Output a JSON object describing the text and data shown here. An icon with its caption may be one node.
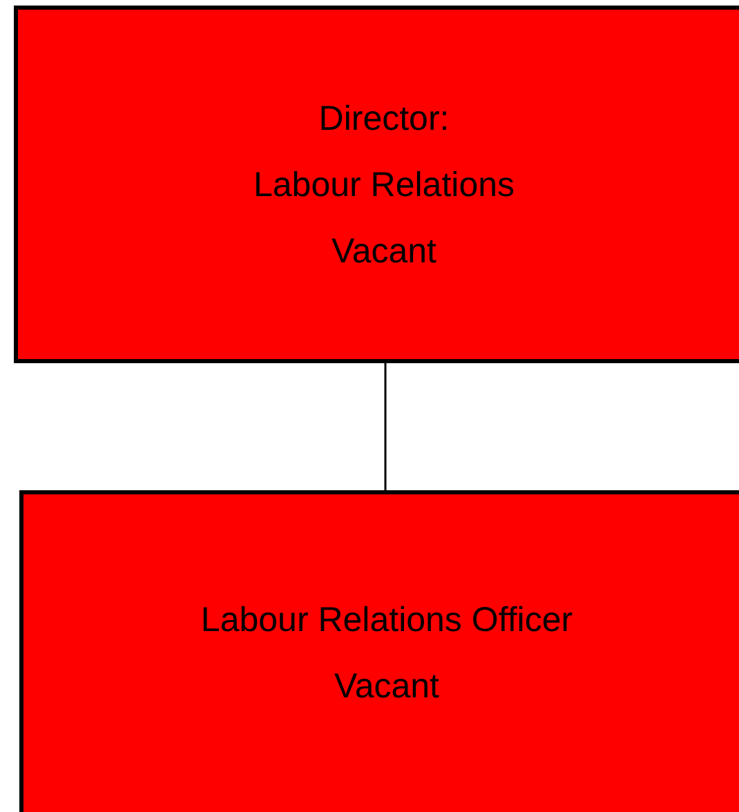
{
  "diagram": {
    "nodes": [
      {
        "text": [
          "Director:",
          "Labour Relations",
          "Vacant"
        ]
      },
      {
        "text": [
          "Labour Relations Officer",
          "Vacant"
        ]
      }
    ],
    "edges": [
      {
        "from": 0,
        "to": 1,
        "arrow": "none"
      }
    ]
  }
}
